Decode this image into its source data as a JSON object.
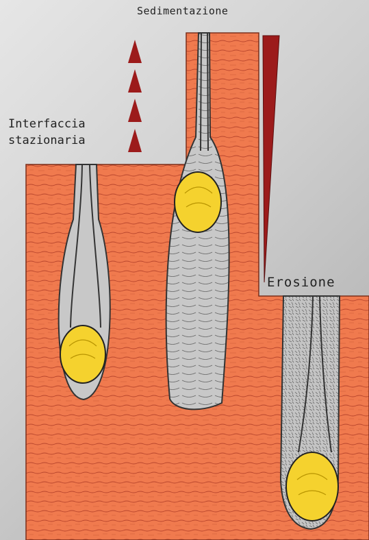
{
  "labels": {
    "sedimentation": "Sedimentazione",
    "interface_line1": "Interfaccia",
    "interface_line2": "stazionaria",
    "erosion": "Erosione"
  },
  "colors": {
    "sediment": "#f07a4e",
    "burrow_fill": "#c8c8c8",
    "burrow_outline": "#333333",
    "animal": "#f5d22e",
    "arrows": "#9c1b1b",
    "background": "#cfcfcf"
  },
  "icons": {
    "arrows": "triangle-up-icon",
    "wedge": "wedge-icon",
    "animal": "bivalve-shell-icon"
  }
}
